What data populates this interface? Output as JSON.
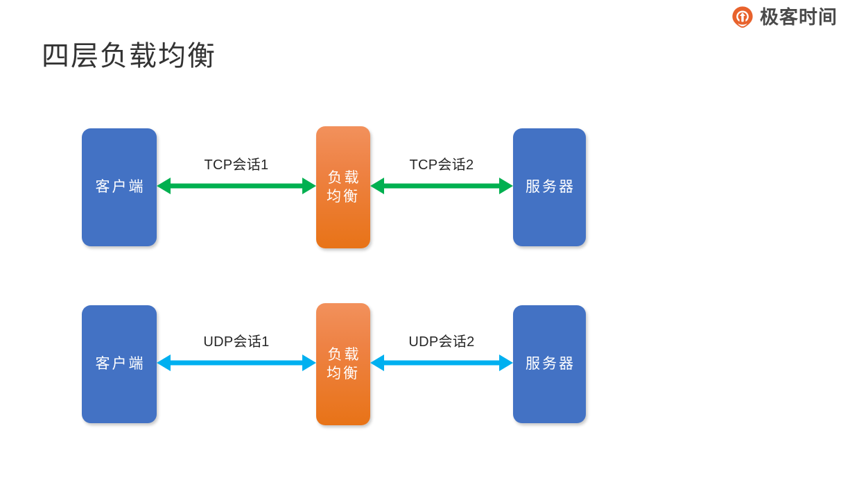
{
  "brand": {
    "name": "极客时间",
    "icon": "geektime-logo-icon",
    "icon_color": "#E8622C",
    "text_color": "#4a4a4a"
  },
  "page": {
    "title": "四层负载均衡",
    "background": "#ffffff"
  },
  "diagram": {
    "type": "network-flow",
    "rows": [
      {
        "id": "tcp",
        "protocol": "TCP",
        "arrow_color": "#00B050",
        "nodes": [
          {
            "id": "client",
            "label": "客户端",
            "color": "#4372C4"
          },
          {
            "id": "load-balancer",
            "label": "负载\n均衡",
            "line1": "负载",
            "line2": "均衡",
            "color_top": "#F2915C",
            "color_bottom": "#E87317"
          },
          {
            "id": "server",
            "label": "服务器",
            "color": "#4372C4"
          }
        ],
        "links": [
          {
            "id": "client-to-lb",
            "label": "TCP会话1",
            "direction": "bidirectional"
          },
          {
            "id": "lb-to-server",
            "label": "TCP会话2",
            "direction": "bidirectional"
          }
        ]
      },
      {
        "id": "udp",
        "protocol": "UDP",
        "arrow_color": "#00B0F0",
        "nodes": [
          {
            "id": "client",
            "label": "客户端",
            "color": "#4372C4"
          },
          {
            "id": "load-balancer",
            "label": "负载\n均衡",
            "line1": "负载",
            "line2": "均衡",
            "color_top": "#F2915C",
            "color_bottom": "#E87317"
          },
          {
            "id": "server",
            "label": "服务器",
            "color": "#4372C4"
          }
        ],
        "links": [
          {
            "id": "client-to-lb",
            "label": "UDP会话1",
            "direction": "bidirectional"
          },
          {
            "id": "lb-to-server",
            "label": "UDP会话2",
            "direction": "bidirectional"
          }
        ]
      }
    ]
  }
}
